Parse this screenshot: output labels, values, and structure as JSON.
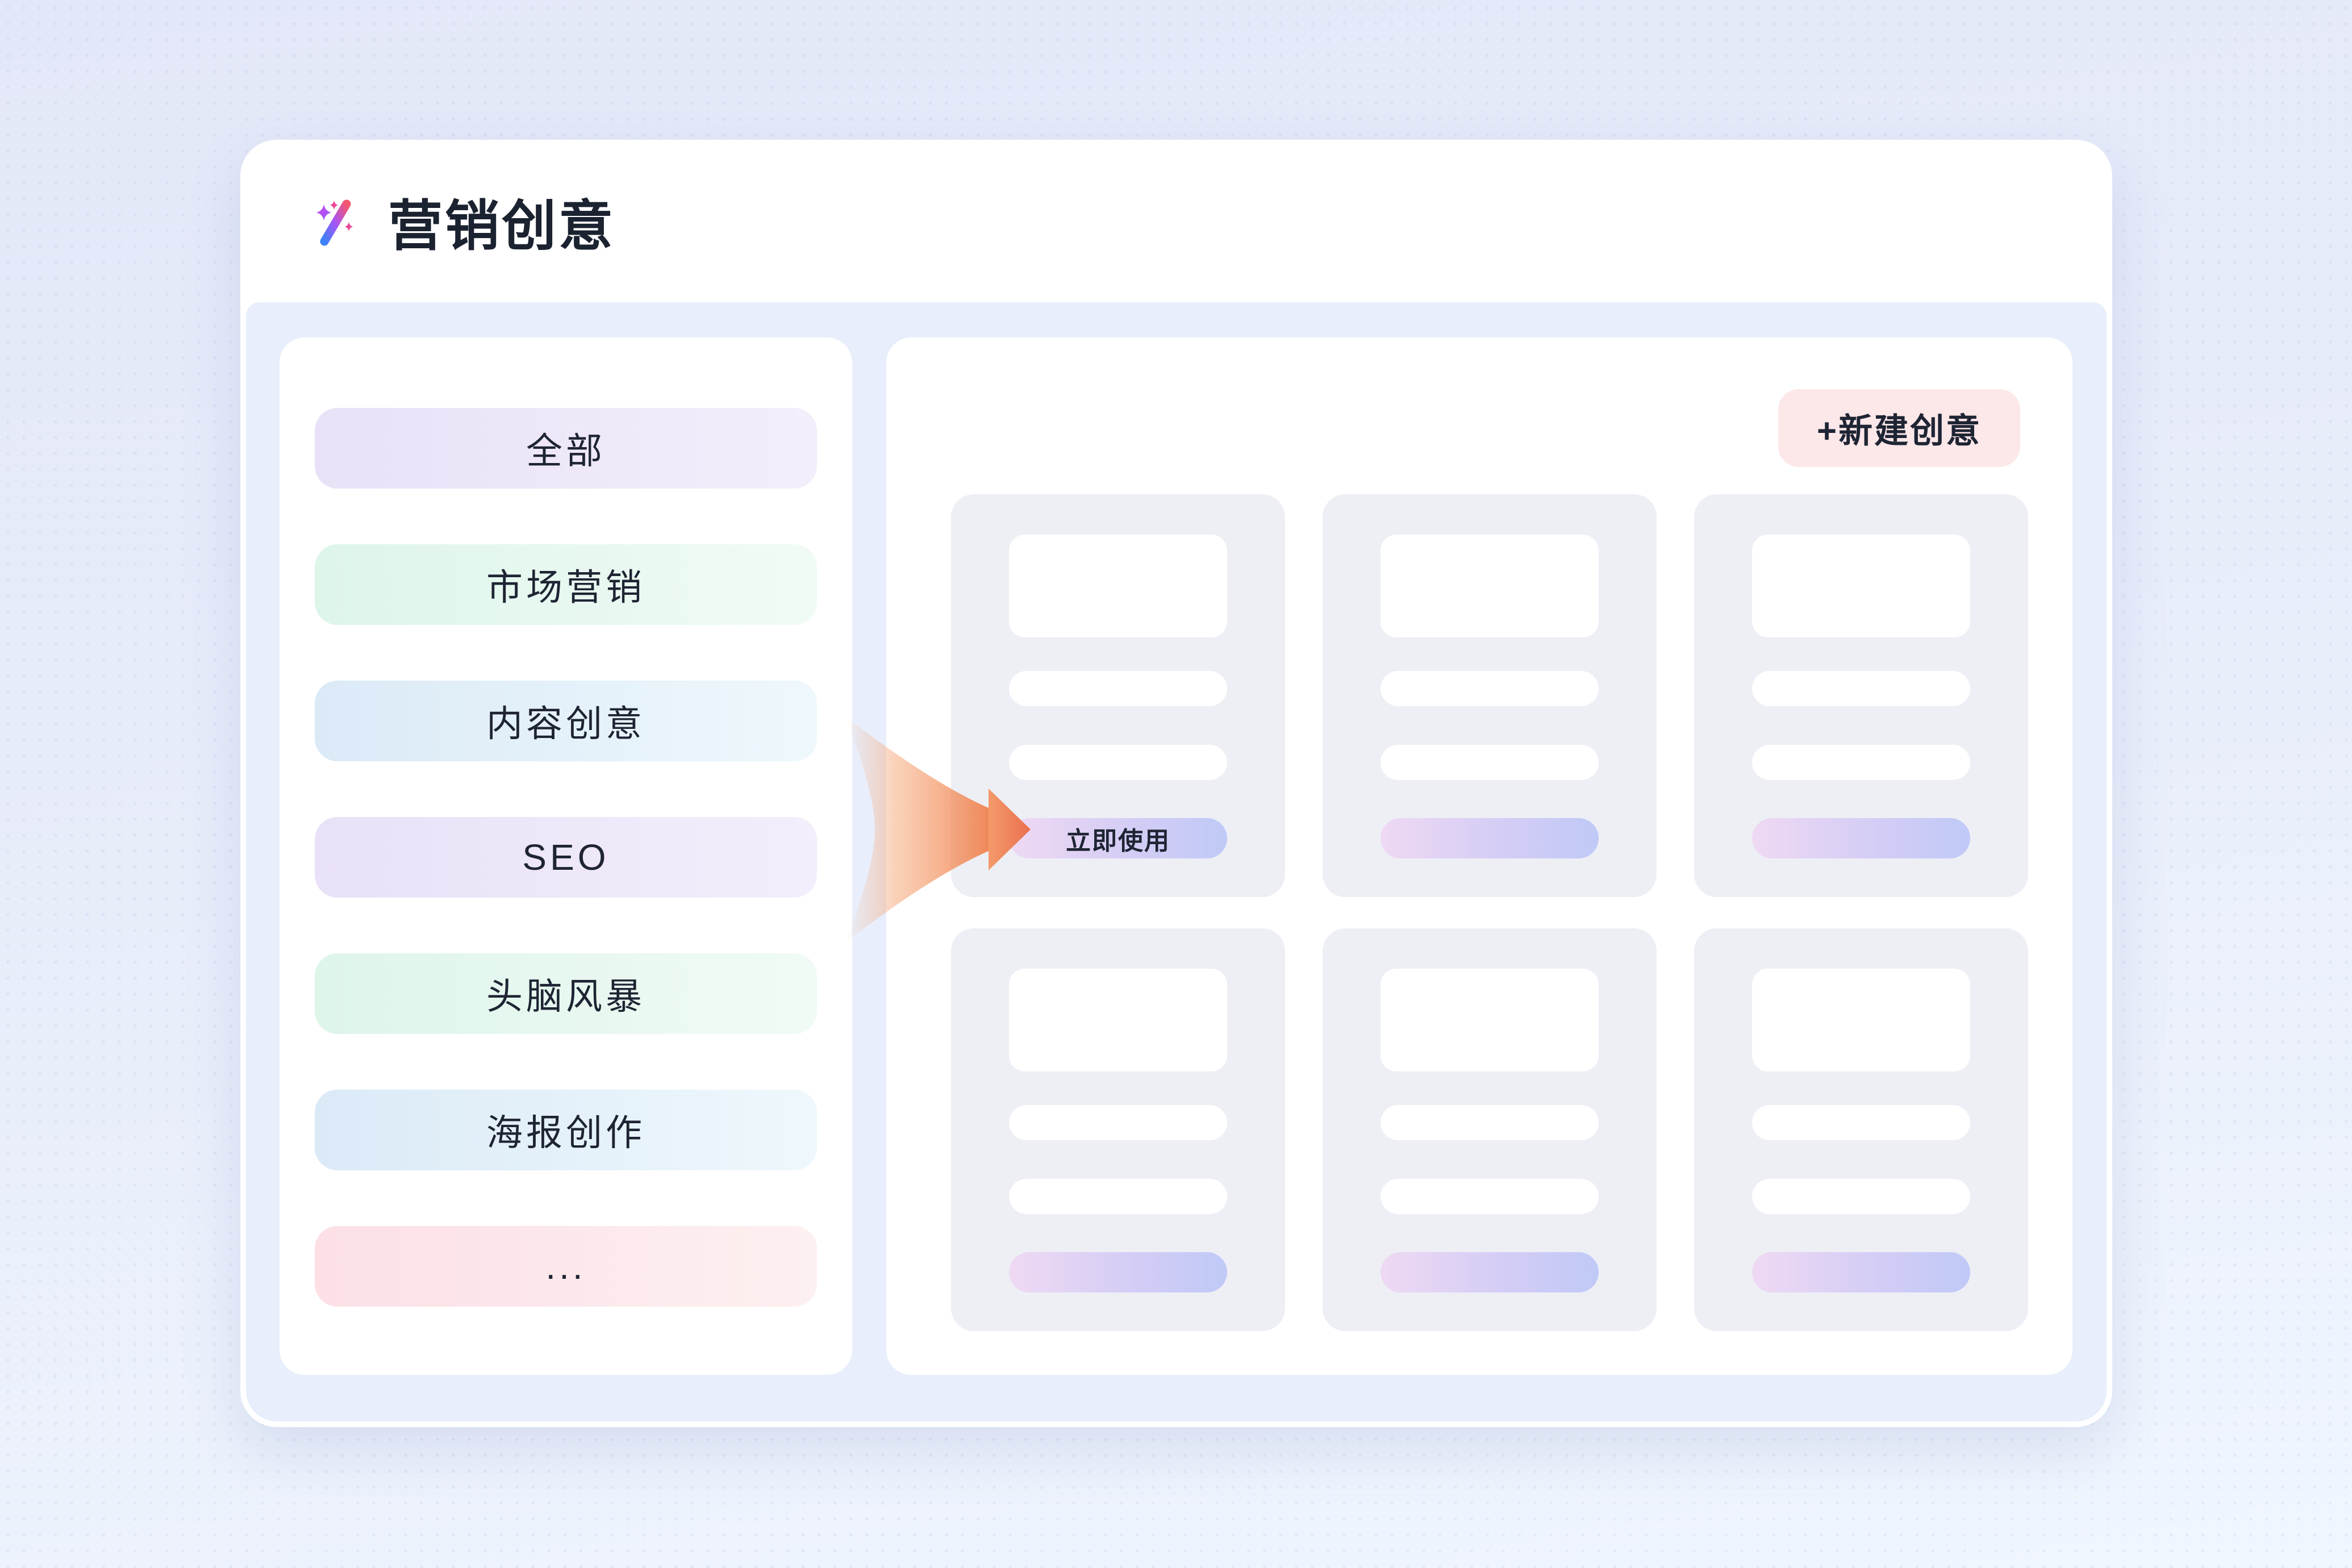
{
  "app": {
    "title": "营销创意",
    "logo_icon": "magic-wand-icon"
  },
  "sidebar": {
    "items": [
      {
        "label": "全部",
        "tint": "lavender"
      },
      {
        "label": "市场营销",
        "tint": "mint"
      },
      {
        "label": "内容创意",
        "tint": "blue"
      },
      {
        "label": "SEO",
        "tint": "lavender"
      },
      {
        "label": "头脑风暴",
        "tint": "mint"
      },
      {
        "label": "海报创作",
        "tint": "blue"
      },
      {
        "label": "...",
        "tint": "pink"
      }
    ]
  },
  "main": {
    "new_button": {
      "label": "+新建创意"
    },
    "cards": [
      {
        "cta_label": "立即使用"
      },
      {
        "cta_label": ""
      },
      {
        "cta_label": ""
      },
      {
        "cta_label": ""
      },
      {
        "cta_label": ""
      },
      {
        "cta_label": ""
      }
    ]
  },
  "annotation": {
    "arrow_icon": "highlight-arrow-icon",
    "points_to": "立即使用"
  },
  "theme": {
    "ink": "#1e2433",
    "page_bg_top": "#e3e8f8",
    "page_bg_bottom": "#f0f6fe",
    "body_bg": "#e8eefb",
    "card_bg": "#edeff5",
    "new_button_bg": "#fce7e9",
    "tint_lavender": "#e9e1f7",
    "tint_mint": "#def5ea",
    "tint_blue": "#dbeaf7",
    "tint_pink": "#fce0e6",
    "cta_gradient_left": "#efd9f3",
    "cta_gradient_right": "#c0c9f7",
    "arrow_orange": "#ef8354",
    "logo_pink": "#f4566e",
    "logo_purple": "#a855f7",
    "logo_blue": "#3b82f6"
  }
}
